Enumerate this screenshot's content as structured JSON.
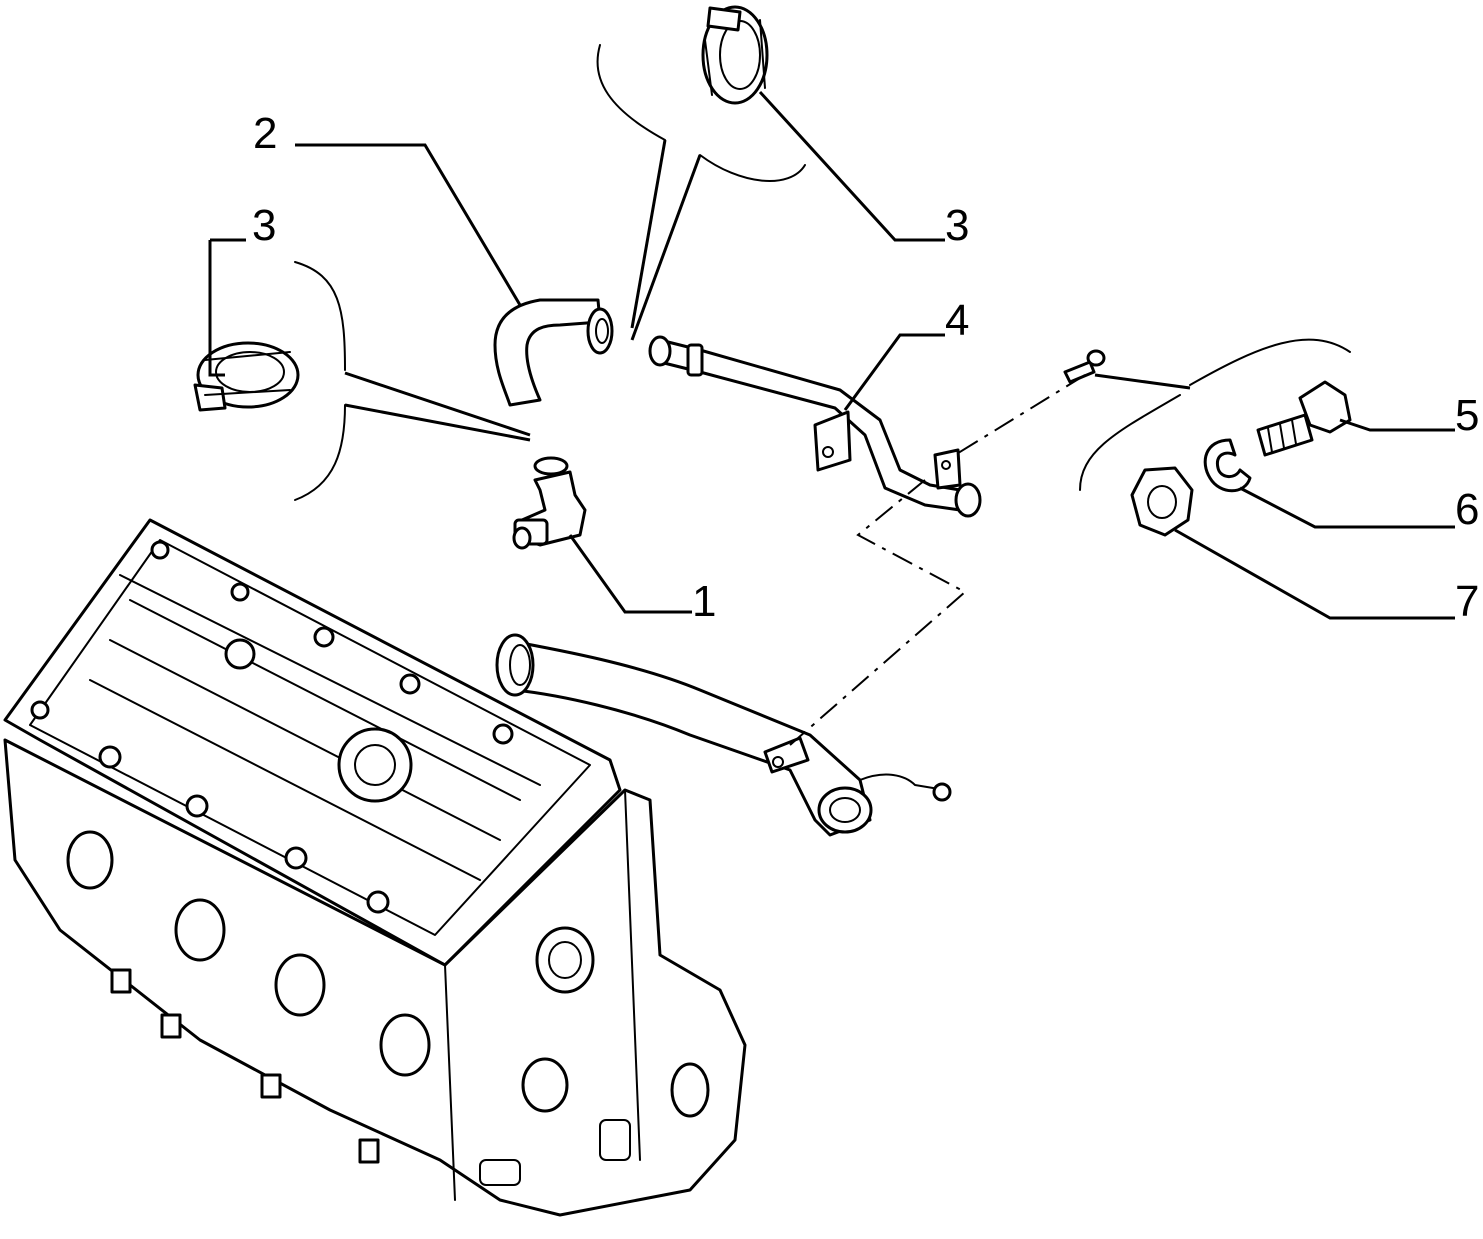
{
  "callouts": [
    {
      "label": "1"
    },
    {
      "label": "2"
    },
    {
      "label": "3"
    },
    {
      "label": "3"
    },
    {
      "label": "4"
    },
    {
      "label": "5"
    },
    {
      "label": "6"
    },
    {
      "label": "7"
    }
  ]
}
